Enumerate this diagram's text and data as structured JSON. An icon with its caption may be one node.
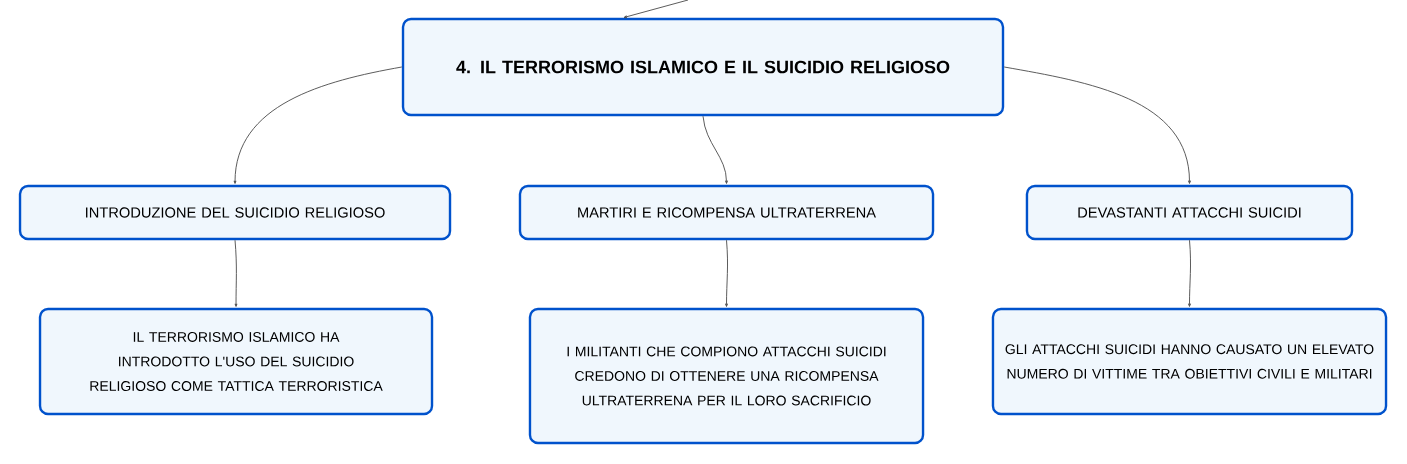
{
  "diagram": {
    "nodes": [
      {
        "text": [
          "4. IL TERRORISMO ISLAMICO E IL SUICIDIO RELIGIOSO"
        ]
      },
      {
        "text": [
          "INTRODUZIONE DEL SUICIDIO RELIGIOSO"
        ]
      },
      {
        "text": [
          "MARTIRI E RICOMPENSA ULTRATERRENA"
        ]
      },
      {
        "text": [
          "DEVASTANTI ATTACCHI SUICIDI"
        ]
      },
      {
        "text": [
          "IL TERRORISMO ISLAMICO HA INTRODOTTO L'USO DEL SUICIDIO RELIGIOSO COME TATTICA TERRORISTICA"
        ]
      },
      {
        "text": [
          "I MILITANTI CHE COMPIONO ATTACCHI SUICIDI CREDONO DI OTTENERE UNA RICOMPENSA ULTRATERRENA PER IL LORO SACRIFICIO"
        ]
      },
      {
        "text": [
          "GLI ATTACCHI SUICIDI HANNO CAUSATO UN ELEVATO NUMERO DI VITTIME TRA OBIETTIVI CIVILI E MILITARI"
        ]
      }
    ],
    "edges": [
      {
        "from": null,
        "to": 0,
        "arrow": "to"
      },
      {
        "from": 0,
        "to": 1,
        "arrow": "to"
      },
      {
        "from": 0,
        "to": 2,
        "arrow": "to"
      },
      {
        "from": 0,
        "to": 3,
        "arrow": "to"
      },
      {
        "from": 1,
        "to": 4,
        "arrow": "to"
      },
      {
        "from": 2,
        "to": 5,
        "arrow": "to"
      },
      {
        "from": 3,
        "to": 6,
        "arrow": "to"
      }
    ]
  }
}
